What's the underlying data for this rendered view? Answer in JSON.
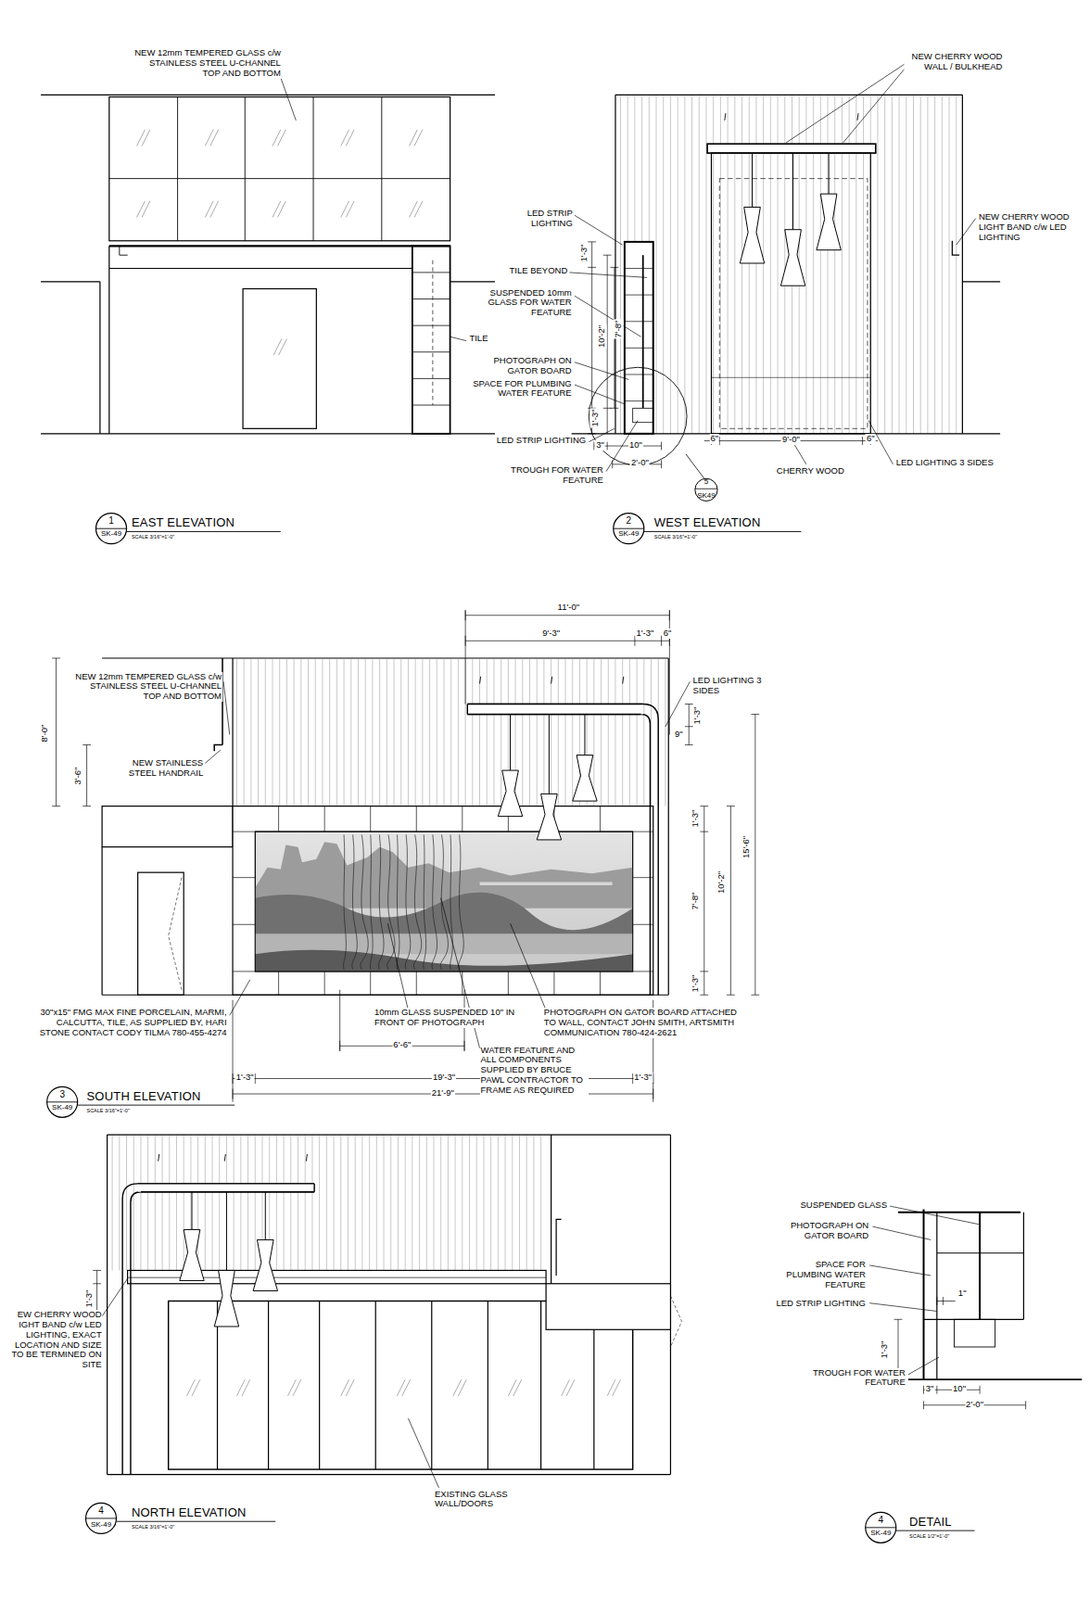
{
  "diagram": {
    "labels": [
      "NEW 12mm TEMPERED GLASS c/w STAINLESS STEEL U-CHANNEL TOP AND BOTTOM",
      "TILE",
      "1",
      "SK-49",
      "EAST ELEVATION",
      "SCALE 3/16\"=1'-0\"",
      "NEW CHERRY WOOD WALL / BULKHEAD",
      "NEW CHERRY WOOD LIGHT BAND c/w LED LIGHTING",
      "LED STRIP LIGHTING",
      "TILE BEYOND",
      "SUSPENDED 10mm GLASS FOR WATER FEATURE",
      "PHOTOGRAPH ON GATOR BOARD",
      "SPACE FOR PLUMBING WATER FEATURE",
      "LED STRIP LIGHTING",
      "TROUGH FOR WATER FEATURE",
      "1'-3\"",
      "10'-2\"",
      "7'-8\"",
      "1'-3\"",
      "3\"",
      "10\"",
      "2'-0\"",
      "6\"",
      "9'-0\"",
      "6\"",
      "CHERRY WOOD",
      "LED LIGHTING 3 SIDES",
      "5",
      "SK49",
      "2",
      "SK-49",
      "WEST ELEVATION",
      "SCALE 3/16\"=1'-0\"",
      "11'-0\"",
      "9'-3\"",
      "1'-3\"",
      "6\"",
      "LED LIGHTING 3 SIDES",
      "NEW 12mm TEMPERED GLASS c/w STAINLESS STEEL U-CHANNEL TOP AND BOTTOM",
      "8'-0\"",
      "3'-6\"",
      "NEW STAINLESS STEEL HANDRAIL",
      "1'-3\"",
      "9\"",
      "15'-6\"",
      "1'-3\"",
      "7'-8\"",
      "10'-2\"",
      "1'-3\"",
      "30\"x15\" FMG MAX FINE PORCELAIN, MARMI, CALCUTTA, TILE, AS SUPPLIED BY, HARI STONE CONTACT CODY TILMA 780-455-4274",
      "10mm GLASS SUSPENDED 10\" IN FRONT OF PHOTOGRAPH",
      "6'-6\"",
      "PHOTOGRAPH ON GATOR BOARD ATTACHED TO WALL, CONTACT JOHN SMITH, ARTSMITH COMMUNICATION 780-424-2621",
      "WATER FEATURE AND ALL COMPONENTS SUPPLIED BY BRUCE PAWL CONTRACTOR TO FRAME AS REQUIRED",
      "1'-3\"",
      "19'-3\"",
      "1'-3\"",
      "21'-9\"",
      "3",
      "SK-49",
      "SOUTH ELEVATION",
      "SCALE 3/16\"=1'-0\"",
      "1'-3\"",
      "EW CHERRY WOOD IGHT BAND c/w LED LIGHTING, EXACT LOCATION AND SIZE TO BE TERMINED ON SITE",
      "EXISTING GLASS WALL/DOORS",
      "4",
      "SK-49",
      "NORTH ELEVATION",
      "SCALE 3/16\"=1'-0\"",
      "SUSPENDED GLASS",
      "PHOTOGRAPH ON GATOR BOARD",
      "SPACE FOR PLUMBING WATER FEATURE",
      "LED STRIP LIGHTING",
      "1\"",
      "1'-3\"",
      "TROUGH FOR WATER FEATURE",
      "3\"",
      "10\"",
      "2'-0\"",
      "4",
      "SK-49",
      "DETAIL",
      "SCALE 1/2\"=1'-0\""
    ]
  }
}
